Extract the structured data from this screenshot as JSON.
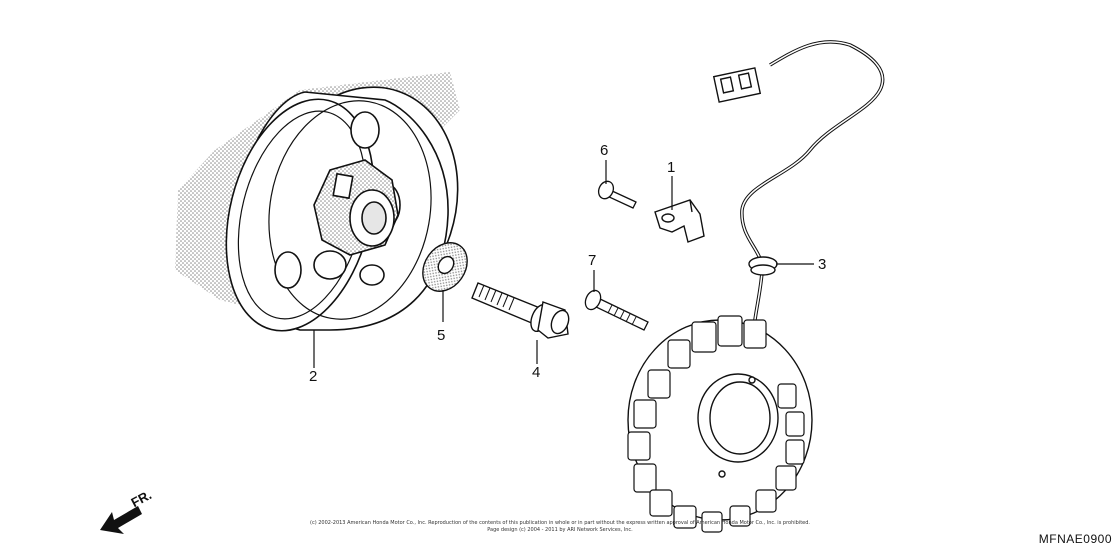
{
  "callouts": {
    "part1": "1",
    "part2": "2",
    "part3": "3",
    "part4": "4",
    "part5": "5",
    "part6": "6",
    "part7": "7"
  },
  "front_indicator": {
    "label": "FR.",
    "icon": "front-direction-arrow-icon"
  },
  "copyright_line1": "(c) 2002-2013 American Honda Motor Co., Inc. Reproduction of the contents of this publication in whole or in part without the express written approval of American Honda Motor Co., Inc. is prohibited.",
  "copyright_line2": "Page design (c) 2004 - 2011 by ARI Network Services, Inc.",
  "diagram_code": "MFNAE0900",
  "colors": {
    "line": "#111111",
    "fill": "#ffffff",
    "screen": "#bdbdbd"
  }
}
